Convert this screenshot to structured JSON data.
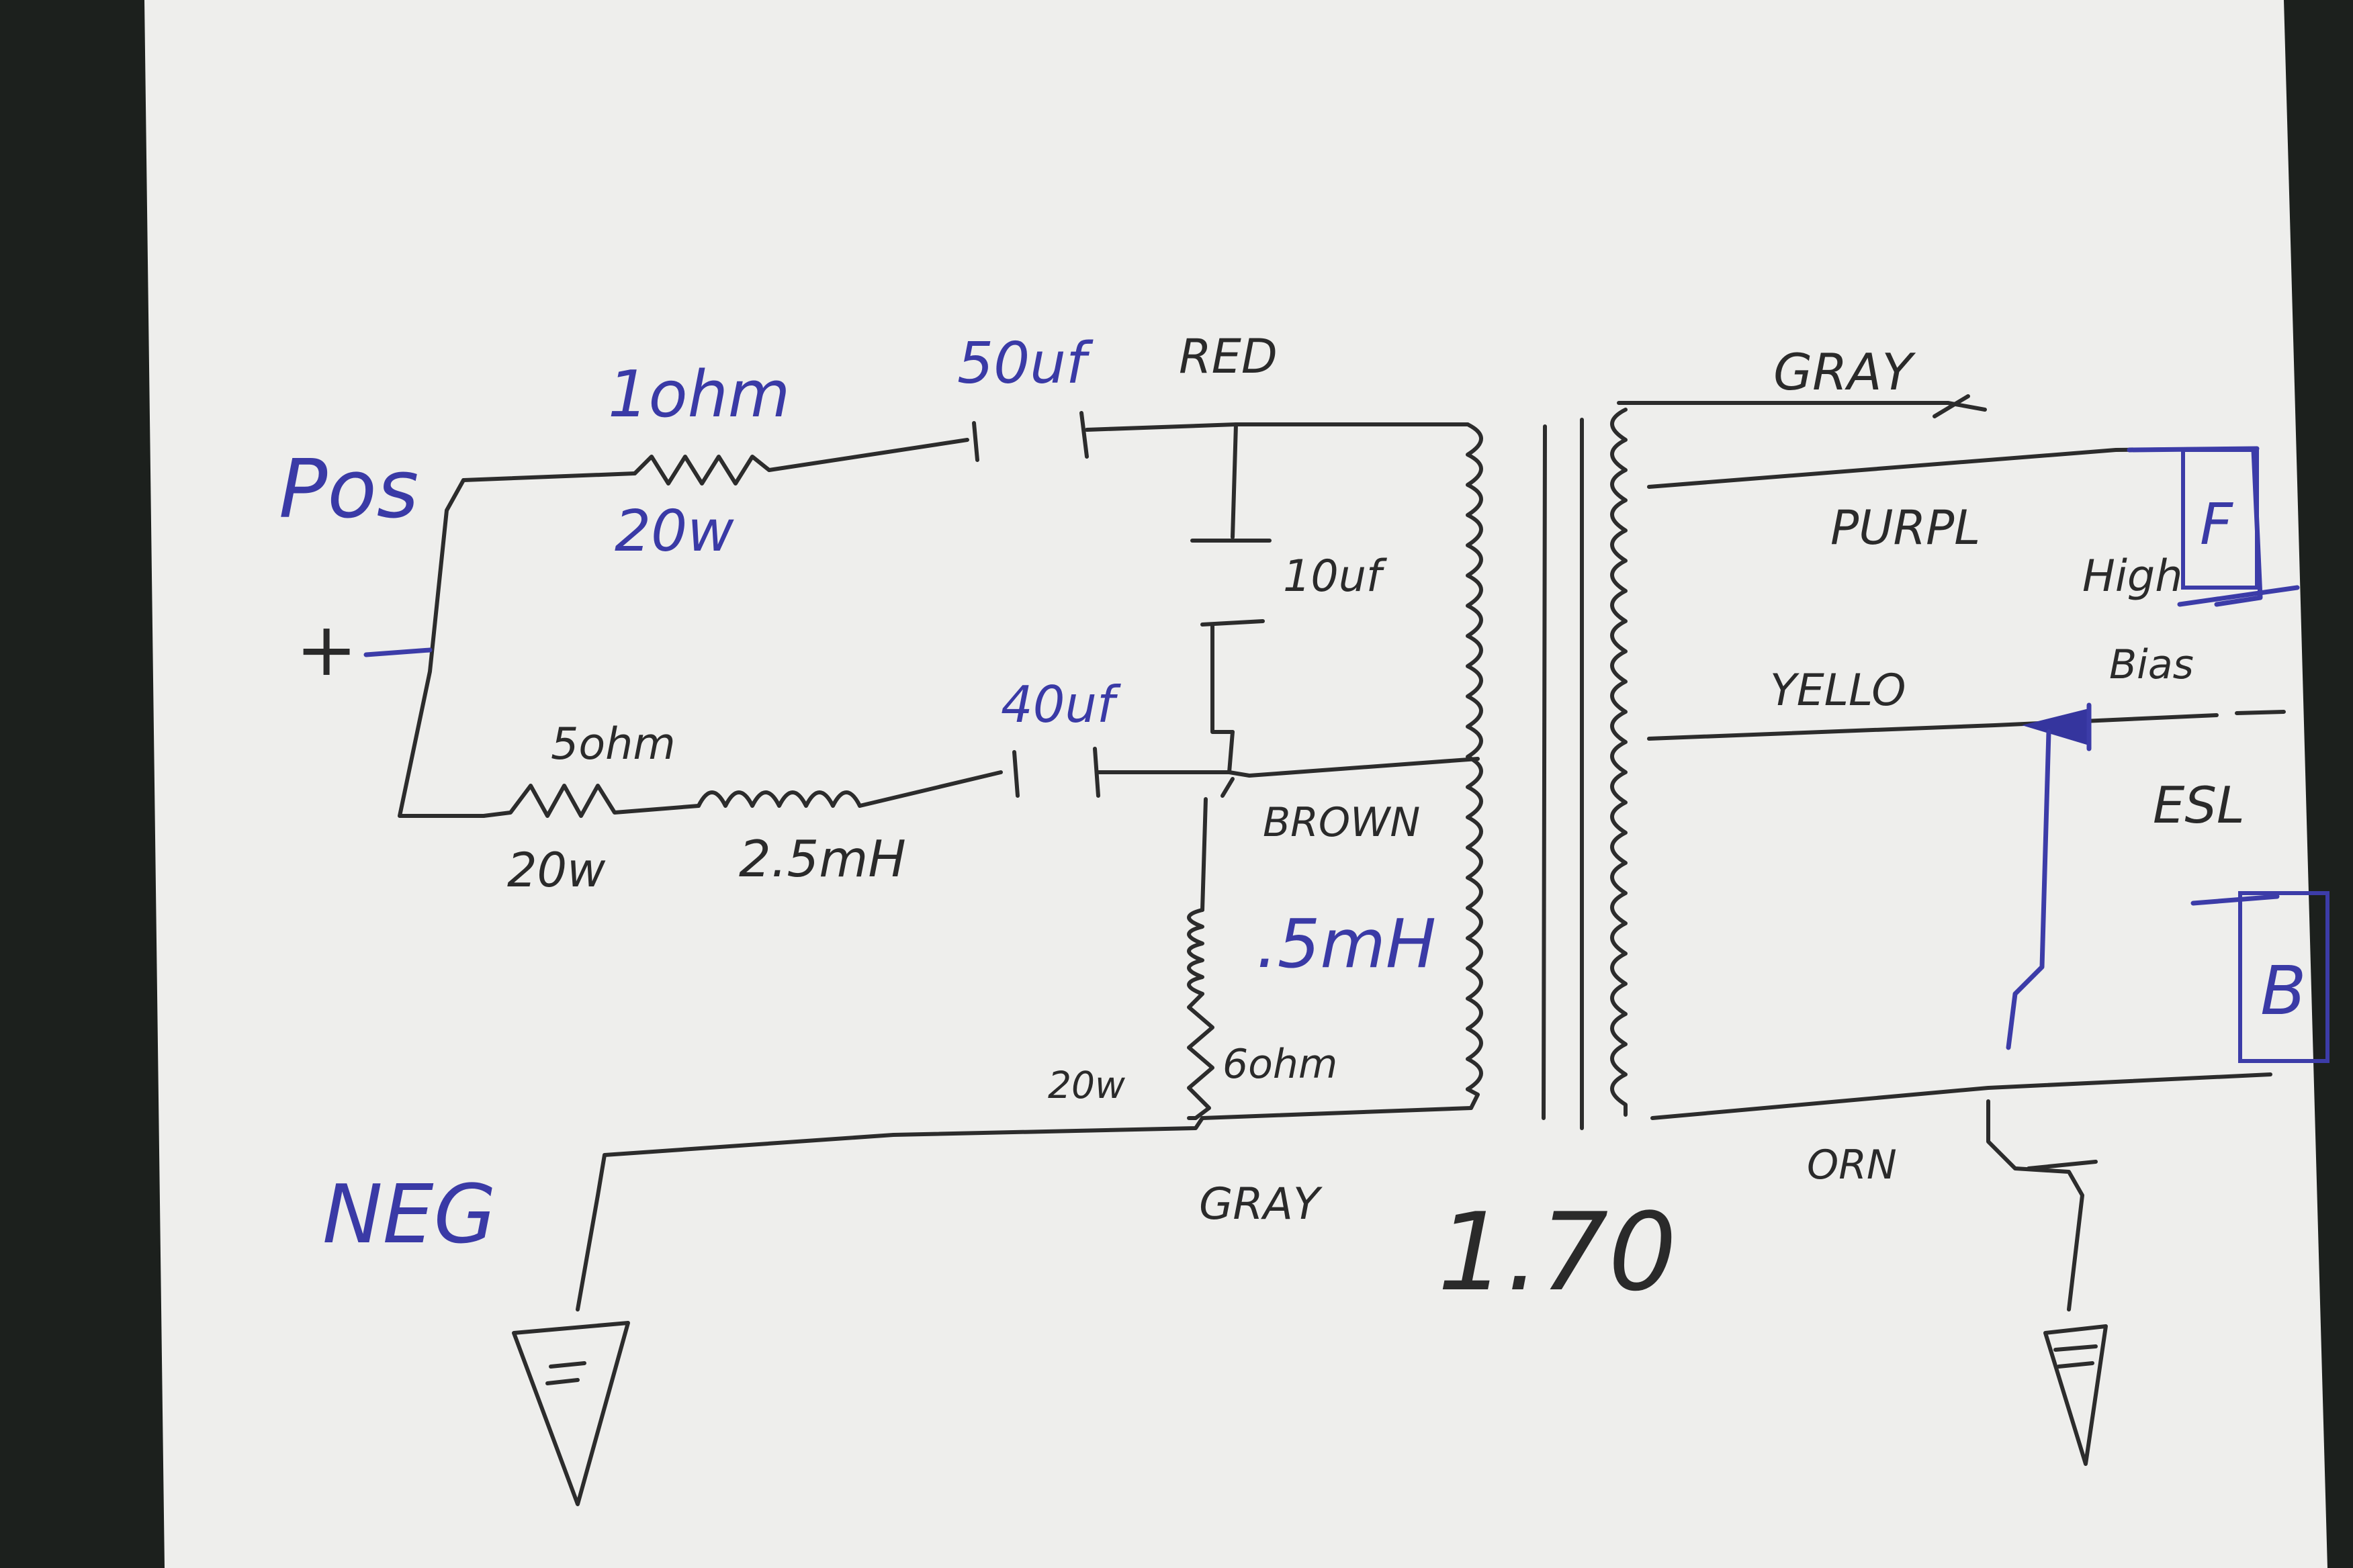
{
  "labels": {
    "pos": "Pos",
    "plus": "+",
    "neg": "NEG",
    "r1_value": "1ohm",
    "r1_watt": "20w",
    "c1_value": "50uf",
    "red": "RED",
    "c2_value": "10uf",
    "c3_value": "40uf",
    "r2_value": "5ohm",
    "r2_watt": "20w",
    "l1_value": "2.5mH",
    "brown": "BROWN",
    "l2_value": ".5mH",
    "r3_watt": "20w",
    "r3_value": "6ohm",
    "gray_bottom": "GRAY",
    "ratio": "1.70",
    "gray_top": "GRAY",
    "purple": "PURPL",
    "yellow": "YELLO",
    "high": "High",
    "bias": "Bias",
    "esl": "ESL",
    "orange": "ORN",
    "panel_front": "F",
    "panel_back": "B"
  }
}
